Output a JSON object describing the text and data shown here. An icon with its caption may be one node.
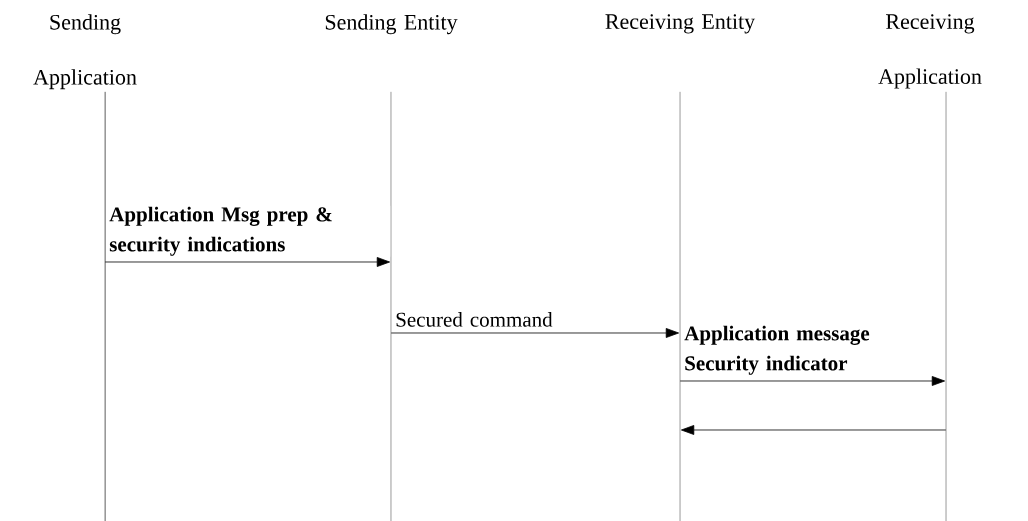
{
  "diagram": {
    "nodes": [
      {
        "text": [
          "Sending Application"
        ]
      },
      {
        "text": [
          "Sending Entity"
        ]
      },
      {
        "text": [
          "Receiving Entity"
        ]
      },
      {
        "text": [
          "Receiving Application"
        ]
      }
    ],
    "edges": [
      {
        "from": 0,
        "to": 1,
        "arrow": "to",
        "label": "Application Msg prep & security indications"
      },
      {
        "from": 1,
        "to": 2,
        "arrow": "to",
        "label": "Secured command"
      },
      {
        "from": 2,
        "to": 3,
        "arrow": "to",
        "label": "Application message Security indicator"
      },
      {
        "from": 3,
        "to": 2,
        "arrow": "to"
      }
    ]
  }
}
